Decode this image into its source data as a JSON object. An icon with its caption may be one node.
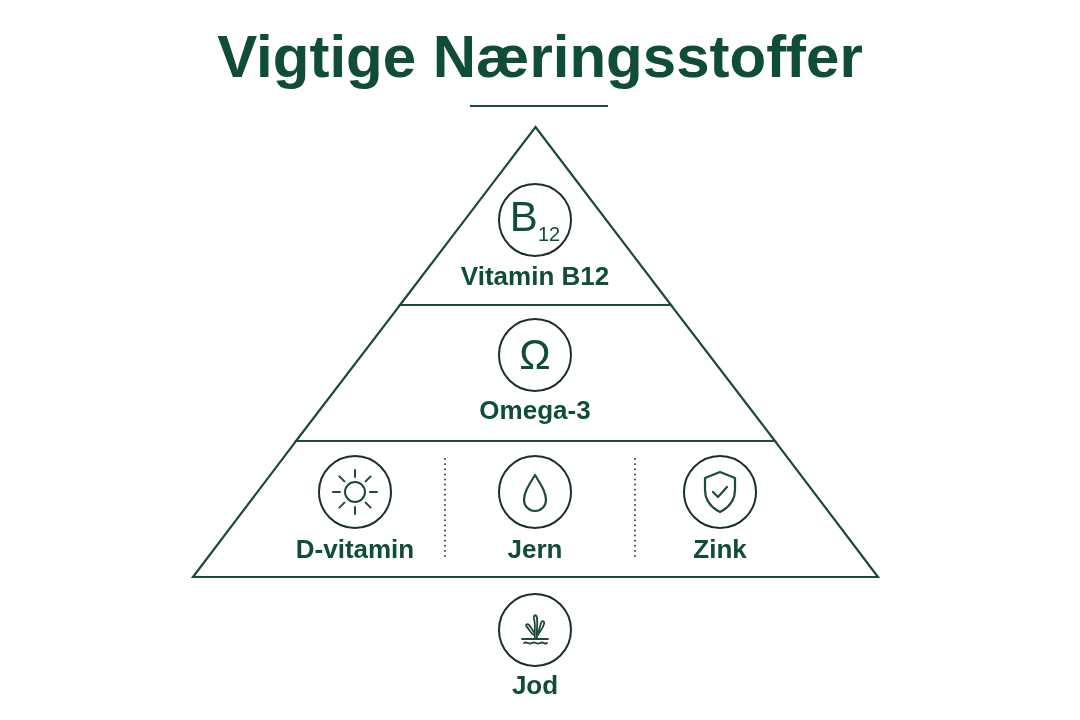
{
  "diagram": {
    "title": "Vigtige Næringsstoffer",
    "nodes": [
      {
        "text": [
          "B$_{12}$",
          "Vitamin B12"
        ]
      },
      {
        "text": [
          "Ω",
          "Omega-3"
        ]
      },
      {
        "text": [
          "D-vitamin",
          "Jern",
          "Zink"
        ]
      }
    ],
    "labels": [
      "Jod"
    ]
  }
}
